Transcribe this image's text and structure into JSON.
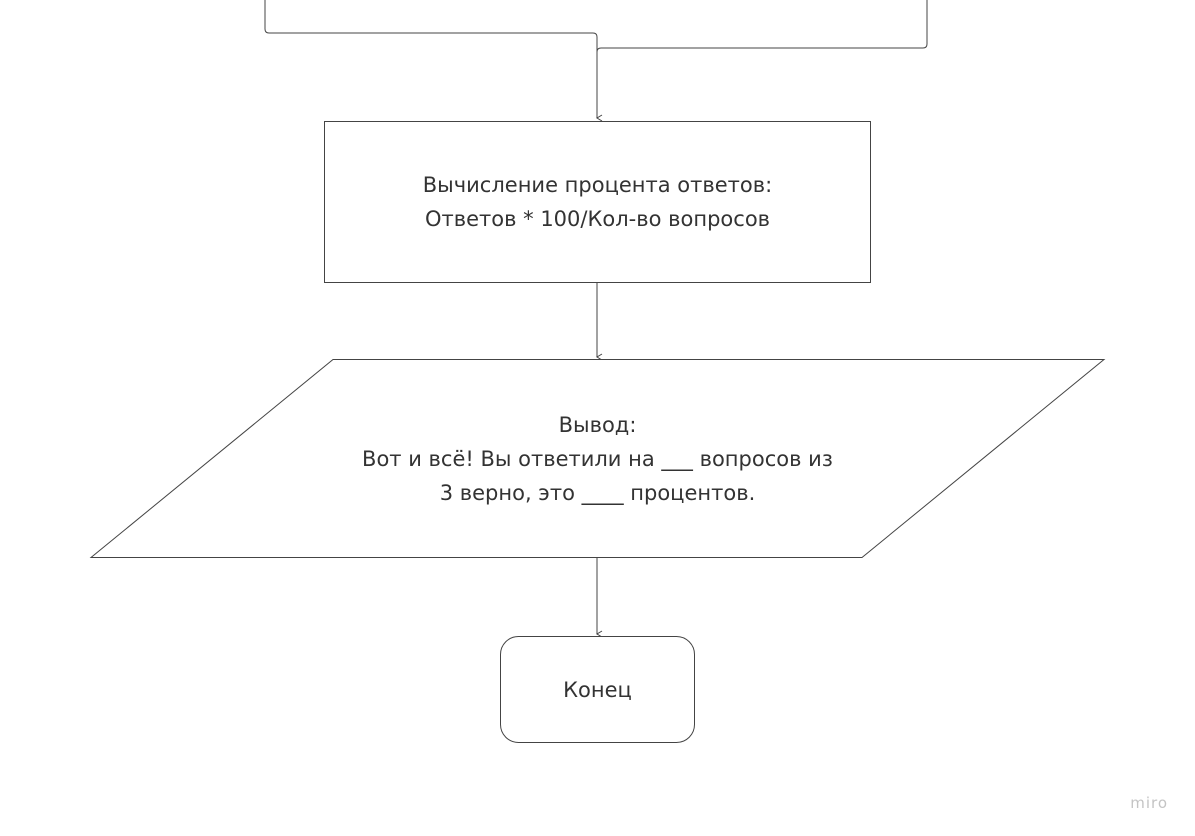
{
  "diagram": {
    "process_box": {
      "line1": "Вычисление процента ответов:",
      "line2": "Ответов * 100/Кол-во вопросов"
    },
    "output_box": {
      "line1": "Вывод:",
      "line2": "Вот и всё! Вы ответили на ___ вопросов из",
      "line3": "3 верно, это ____ процентов."
    },
    "end_box": {
      "label": "Конец"
    }
  },
  "watermark": "miro",
  "colors": {
    "stroke": "#444444",
    "text": "#333333",
    "watermark": "#c4c4c4"
  }
}
